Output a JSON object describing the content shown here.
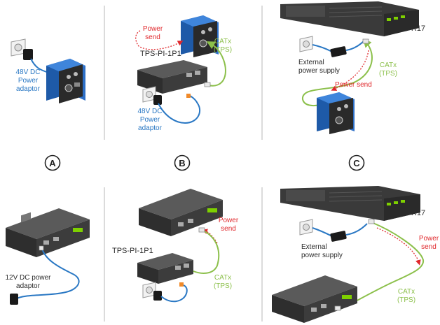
{
  "markers": [
    "A",
    "B",
    "C"
  ],
  "labels": {
    "a_adaptor": [
      "48V DC",
      "Power",
      "adaptor"
    ],
    "b_power_send": [
      "Power",
      "send"
    ],
    "b_device": "TPS-PI-1P1",
    "b_catx": [
      "CATx",
      "(TPS)"
    ],
    "b_adaptor": [
      "48V DC",
      "Power",
      "adaptor"
    ],
    "c_device": "MX-FR17",
    "c_external": [
      "External",
      "power supply"
    ],
    "c_catx": [
      "CATx",
      "(TPS)"
    ],
    "c_power_send": "Power send",
    "d_adaptor": [
      "12V DC power",
      "adaptor"
    ],
    "e_device": "TPS-PI-1P1",
    "e_power_send": [
      "Power",
      "send"
    ],
    "e_catx": [
      "CATx",
      "(TPS)"
    ],
    "f_device": "MX-FR17",
    "f_external": [
      "External",
      "power supply"
    ],
    "f_power_send": [
      "Power",
      "send"
    ],
    "f_catx": [
      "CATx",
      "(TPS)"
    ]
  },
  "colors": {
    "power_cable": "#2a78c4",
    "catx_cable": "#8cc04b",
    "power_send": "#e0282c",
    "plate_blue": "#1e5aa8",
    "device_dark": "#3a3a3a",
    "divider": "#cfcfcf"
  }
}
